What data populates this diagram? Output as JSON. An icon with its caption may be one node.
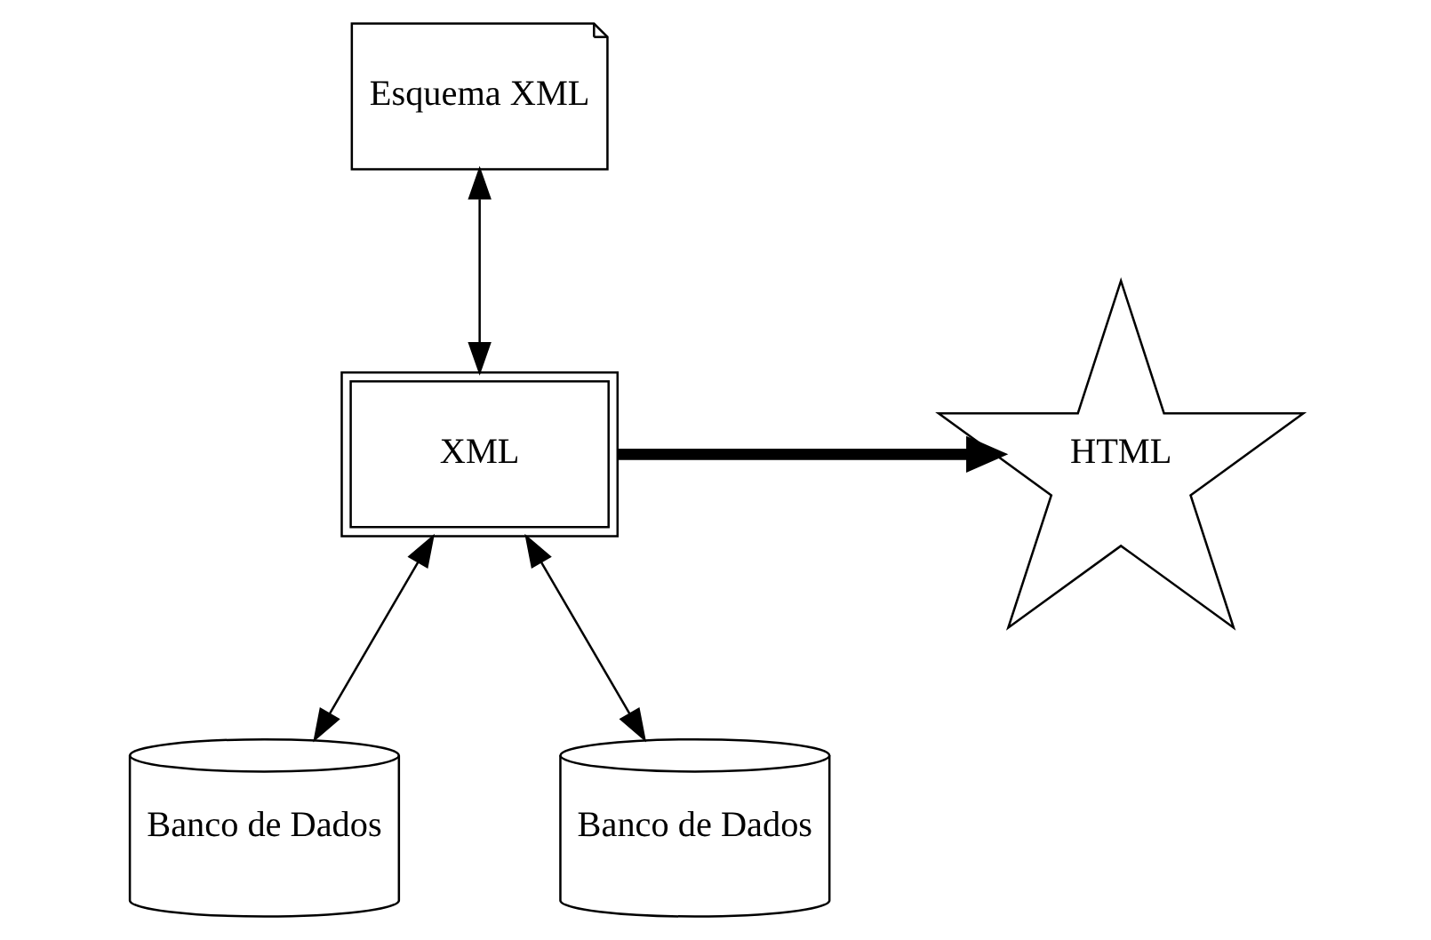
{
  "diagram": {
    "nodes": [
      {
        "text": [
          "Esquema XML"
        ]
      },
      {
        "text": [
          "XML"
        ]
      },
      {
        "text": [
          "HTML"
        ]
      },
      {
        "text": [
          "Banco de Dados"
        ]
      },
      {
        "text": [
          "Banco de Dados"
        ]
      }
    ],
    "edges": [
      {
        "from": 0,
        "to": 1,
        "arrow": "both"
      },
      {
        "from": 1,
        "to": 2,
        "arrow": "to",
        "style": "thick"
      },
      {
        "from": 1,
        "to": 3,
        "arrow": "both"
      },
      {
        "from": 1,
        "to": 4,
        "arrow": "both"
      }
    ]
  }
}
